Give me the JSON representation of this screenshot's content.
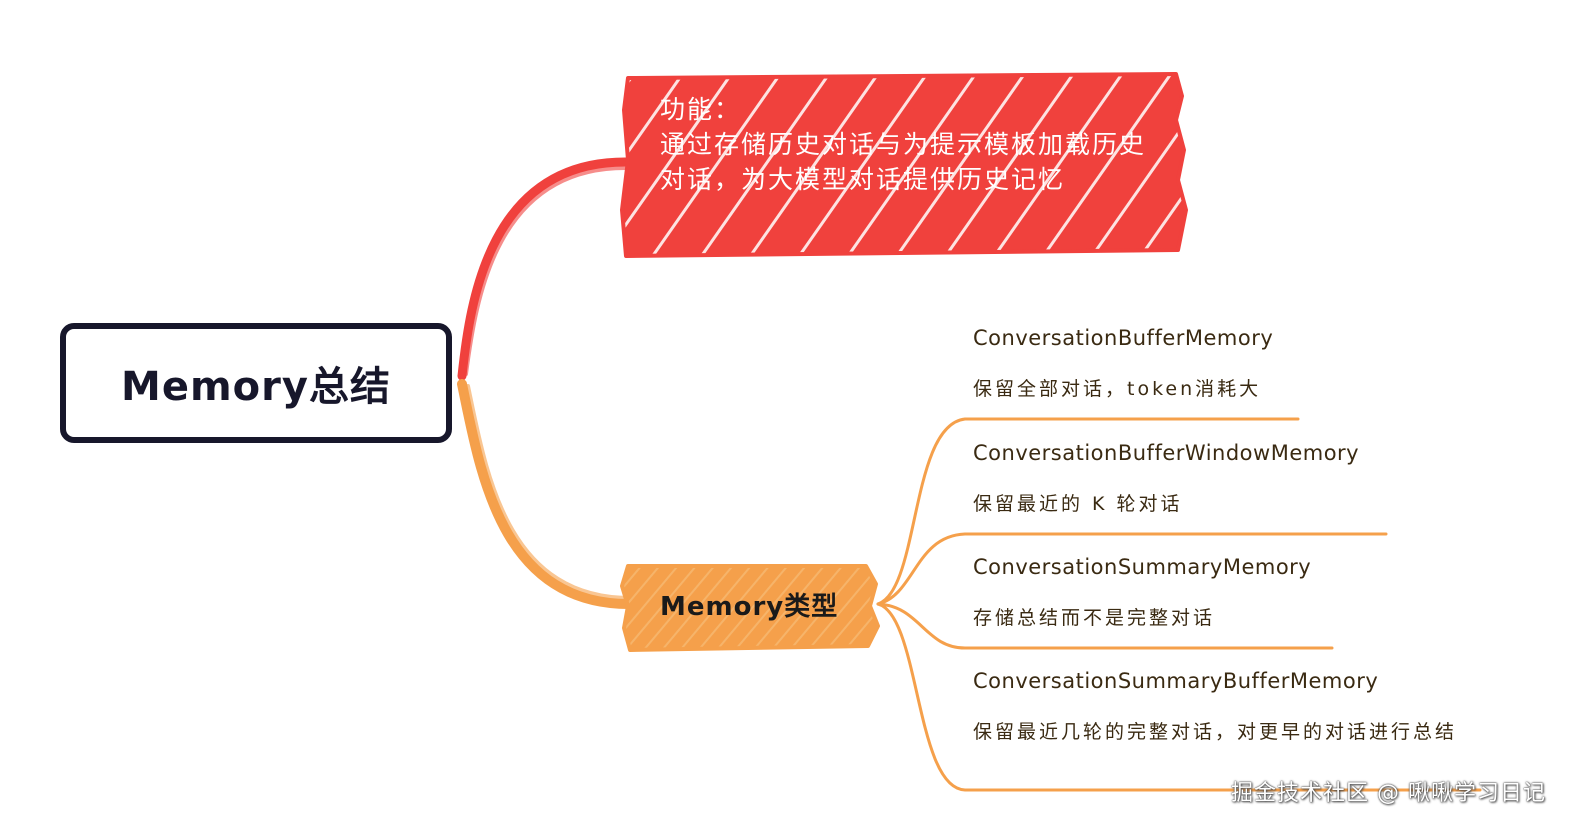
{
  "root": {
    "label": "Memory总结"
  },
  "function_node": {
    "title": "功能：",
    "body": "通过存储历史对话与为提示模板加载历史对话，为大模型对话提供历史记忆"
  },
  "types_node": {
    "label": "Memory类型",
    "items": [
      {
        "name": "ConversationBufferMemory",
        "desc": "保留全部对话，token消耗大"
      },
      {
        "name": "ConversationBufferWindowMemory",
        "desc": "保留最近的 K 轮对话"
      },
      {
        "name": "ConversationSummaryMemory",
        "desc": "存储总结而不是完整对话"
      },
      {
        "name": "ConversationSummaryBufferMemory",
        "desc": "保留最近几轮的完整对话，对更早的对话进行总结"
      }
    ]
  },
  "watermark": "掘金技术社区 @ 啾啾学习日记",
  "colors": {
    "function_fill": "#f0413d",
    "types_fill": "#f5a04b",
    "root_border": "#17172b",
    "text_dark": "#3a2a12"
  }
}
